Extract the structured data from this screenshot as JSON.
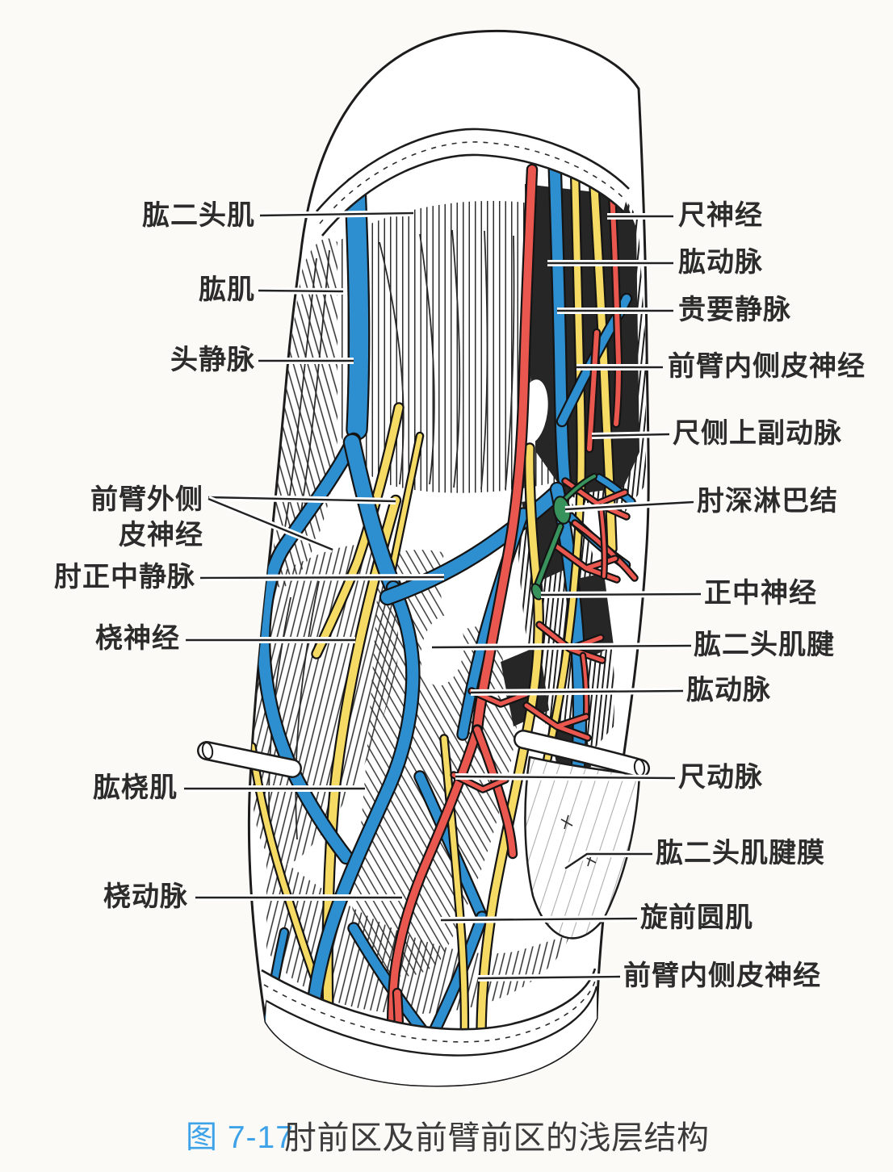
{
  "caption": {
    "number": "图 7-17",
    "title": "肘前区及前臂前区的浅层结构"
  },
  "labels_left": [
    {
      "text": "肱二头肌"
    },
    {
      "text": "肱肌"
    },
    {
      "text": "头静脉"
    },
    {
      "line1": "前臂外侧",
      "line2": "皮神经"
    },
    {
      "text": "肘正中静脉"
    },
    {
      "text": "桡神经"
    },
    {
      "text": "肱桡肌"
    },
    {
      "text": "桡动脉"
    }
  ],
  "labels_right": [
    {
      "text": "尺神经"
    },
    {
      "text": "肱动脉"
    },
    {
      "text": "贵要静脉"
    },
    {
      "text": "前臂内侧皮神经"
    },
    {
      "text": "尺侧上副动脉"
    },
    {
      "text": "肘深淋巴结"
    },
    {
      "text": "正中神经"
    },
    {
      "text": "肱二头肌腱"
    },
    {
      "text": "肱动脉"
    },
    {
      "text": "尺动脉"
    },
    {
      "text": "肱二头肌腱膜"
    },
    {
      "text": "旋前圆肌"
    },
    {
      "text": "前臂内侧皮神经"
    }
  ],
  "colors": {
    "vein_blue": "#2e8fd0",
    "artery_red": "#ea574f",
    "nerve_yellow": "#f5da63",
    "lymph_green": "#37925b",
    "outline_dark": "#1c1c1c",
    "caption_number_blue": "#3ea2e8"
  }
}
